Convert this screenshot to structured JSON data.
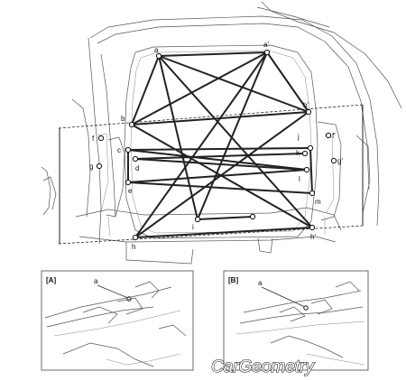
{
  "main_diagram": {
    "point_labels": {
      "a": "a",
      "a_prime": "a'",
      "b": "b",
      "b_prime": "b'",
      "c": "c",
      "d": "d",
      "e": "e",
      "f": "f",
      "f_prime": "f'",
      "g": "g",
      "g_prime": "g'",
      "h": "h",
      "h_prime": "h'",
      "i": "i",
      "j": "j",
      "k": "k",
      "l": "l",
      "m": "m"
    }
  },
  "detail_a": {
    "tag": "[A]",
    "callout": "a"
  },
  "detail_b": {
    "tag": "[B]",
    "callout": "a"
  },
  "watermark": {
    "text": "CarGeometry"
  }
}
